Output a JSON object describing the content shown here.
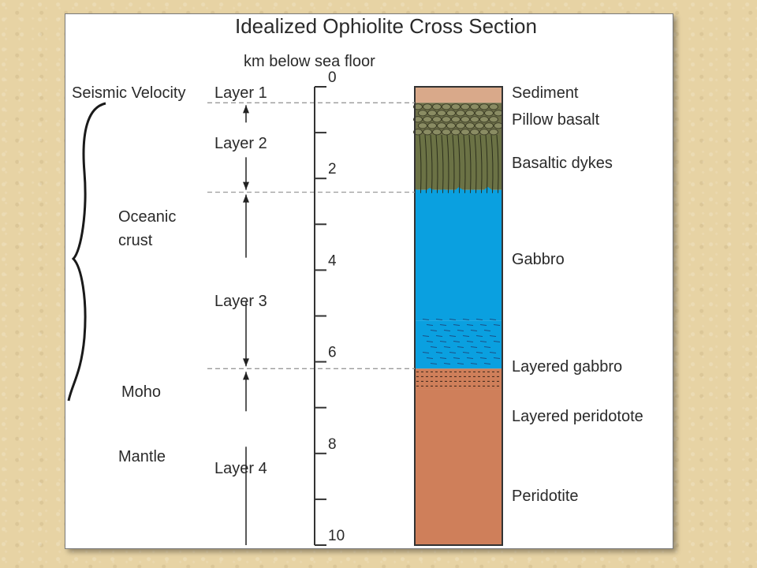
{
  "title": "Idealized Ophiolite Cross Section",
  "axis": {
    "label": "km below sea floor",
    "min": 0,
    "max": 10,
    "major_ticks": [
      "0",
      "2",
      "4",
      "6",
      "8",
      "10"
    ],
    "major_values": [
      0,
      2,
      4,
      6,
      8,
      10
    ],
    "minor_values": [
      1,
      3,
      5,
      7,
      9
    ]
  },
  "seismic_label": "Seismic Velocity",
  "layers": [
    {
      "name": "Layer 1",
      "top_km": 0,
      "bottom_km": 0.35
    },
    {
      "name": "Layer 2",
      "top_km": 0.35,
      "bottom_km": 2.3
    },
    {
      "name": "Layer 3",
      "top_km": 2.3,
      "bottom_km": 6.15
    },
    {
      "name": "Layer 4",
      "top_km": 6.15,
      "bottom_km": 10
    }
  ],
  "left_labels": {
    "oceanic_crust": [
      "Oceanic",
      "crust"
    ],
    "moho": "Moho",
    "mantle": "Mantle"
  },
  "rock_units": [
    {
      "name": "Sediment",
      "top_km": 0,
      "bottom_km": 0.35,
      "color": "#d9a98a"
    },
    {
      "name": "Pillow basalt",
      "top_km": 0.35,
      "bottom_km": 1.05,
      "color": "#6e7049"
    },
    {
      "name": "Basaltic dykes",
      "top_km": 1.05,
      "bottom_km": 2.25,
      "color": "#6b7245"
    },
    {
      "name": "Gabbro",
      "top_km": 2.25,
      "bottom_km": 5.1,
      "color": "#0aa0e0"
    },
    {
      "name": "Layered gabbro",
      "top_km": 5.1,
      "bottom_km": 6.15,
      "color": "#0aa0e0"
    },
    {
      "name": "Layered peridotote",
      "top_km": 6.15,
      "bottom_km": 6.6,
      "color": "#cf7f5a"
    },
    {
      "name": "Peridotite",
      "top_km": 6.6,
      "bottom_km": 10,
      "color": "#cf7f5a"
    }
  ],
  "colors": {
    "sediment": "#d9a98a",
    "basalt": "#6e7049",
    "gabbro": "#0aa0e0",
    "peridotite": "#cf7f5a",
    "line": "#333333",
    "dashed": "#9a9a9a"
  }
}
